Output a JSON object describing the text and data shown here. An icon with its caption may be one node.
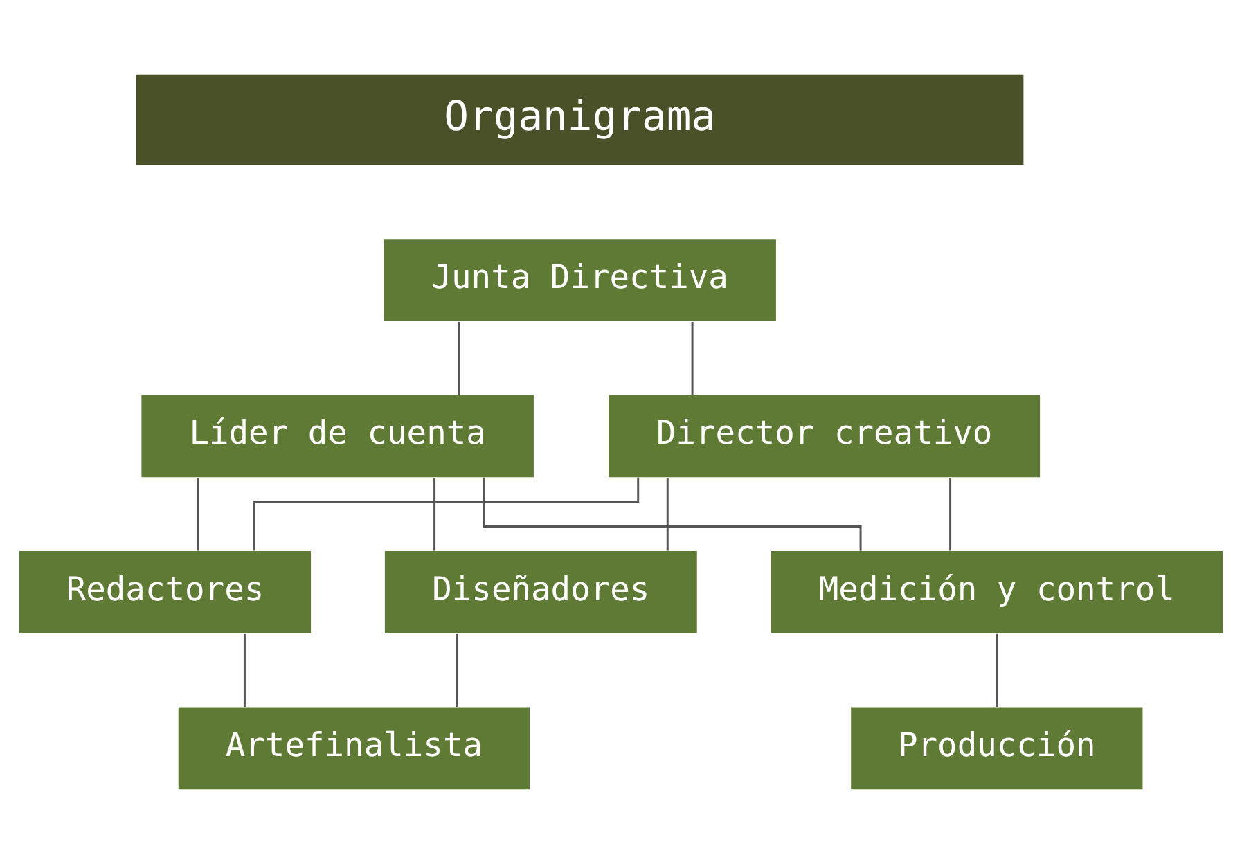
{
  "diagram": {
    "nodes": [
      {
        "text": [
          "Organigrama"
        ]
      },
      {
        "text": [
          "Junta Directiva"
        ]
      },
      {
        "text": [
          "Líder de cuenta"
        ]
      },
      {
        "text": [
          "Director creativo"
        ]
      },
      {
        "text": [
          "Diseñadores"
        ]
      },
      {
        "text": [
          "Redactores"
        ]
      },
      {
        "text": [
          "Medición y control"
        ]
      },
      {
        "text": [
          "Artefinalista"
        ]
      },
      {
        "text": [
          "Producción"
        ]
      }
    ],
    "edges": [
      {
        "from": 1,
        "to": 2,
        "arrow": "none"
      },
      {
        "from": 1,
        "to": 3,
        "arrow": "none"
      },
      {
        "from": 2,
        "to": 6,
        "arrow": "none"
      },
      {
        "from": 2,
        "to": 4,
        "arrow": "none"
      },
      {
        "from": 2,
        "to": 5,
        "arrow": "none"
      },
      {
        "from": 3,
        "to": 6,
        "arrow": "none"
      },
      {
        "from": 3,
        "to": 4,
        "arrow": "none"
      },
      {
        "from": 3,
        "to": 5,
        "arrow": "none"
      },
      {
        "from": 4,
        "to": 7,
        "arrow": "none"
      },
      {
        "from": 5,
        "to": 7,
        "arrow": "none"
      },
      {
        "from": 6,
        "to": 8,
        "arrow": "none"
      }
    ]
  }
}
